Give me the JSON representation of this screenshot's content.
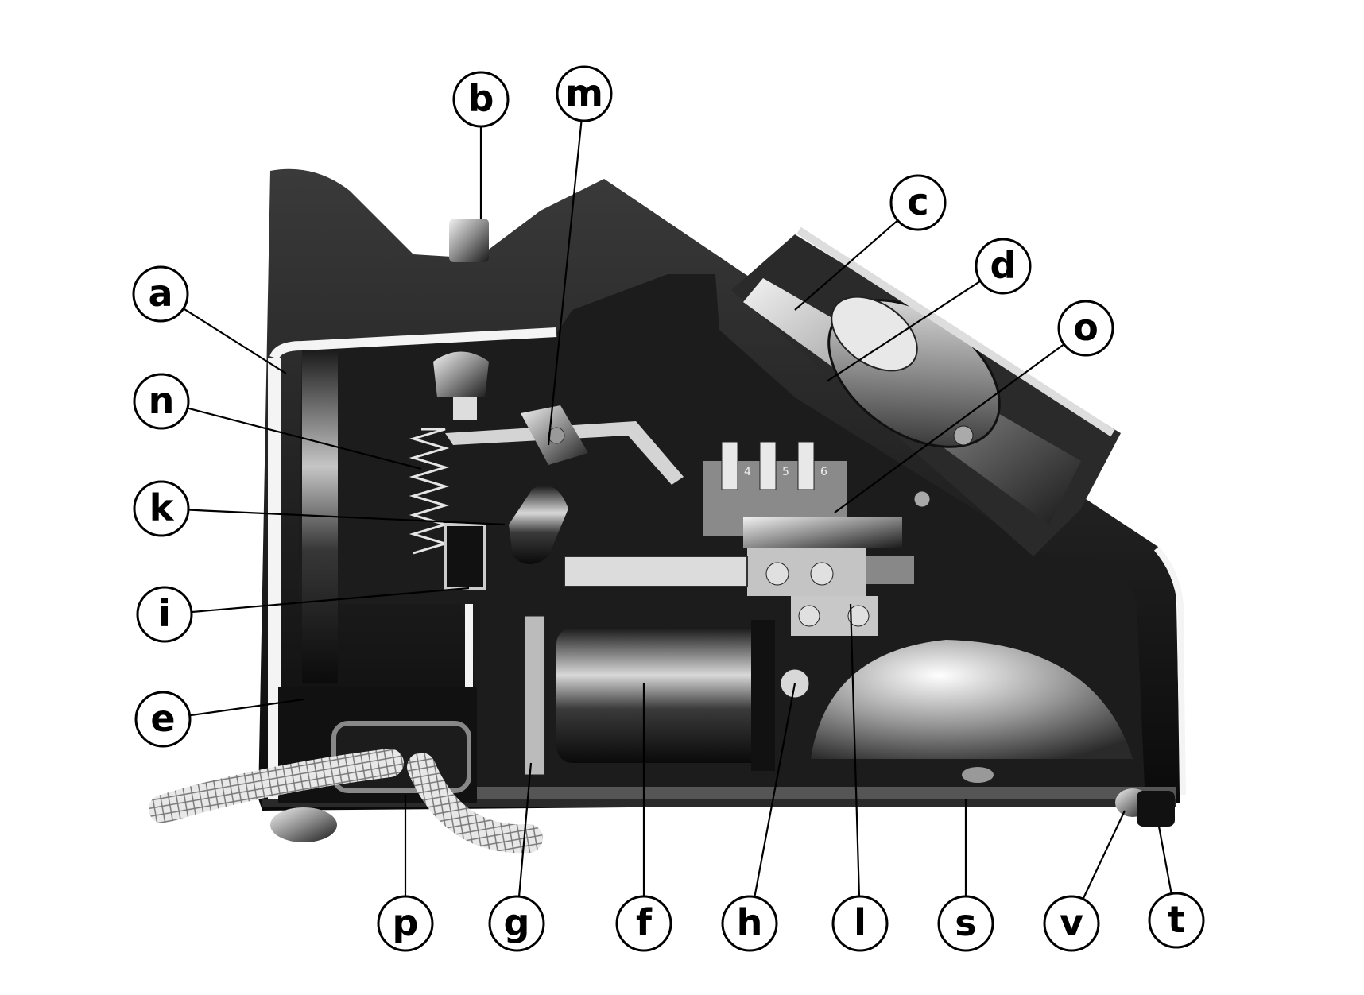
{
  "diagram": {
    "callouts": [
      {
        "id": "a",
        "label": "a"
      },
      {
        "id": "b",
        "label": "b"
      },
      {
        "id": "c",
        "label": "c"
      },
      {
        "id": "d",
        "label": "d"
      },
      {
        "id": "e",
        "label": "e"
      },
      {
        "id": "f",
        "label": "f"
      },
      {
        "id": "g",
        "label": "g"
      },
      {
        "id": "h",
        "label": "h"
      },
      {
        "id": "i",
        "label": "i"
      },
      {
        "id": "k",
        "label": "k"
      },
      {
        "id": "l",
        "label": "l"
      },
      {
        "id": "m",
        "label": "m"
      },
      {
        "id": "n",
        "label": "n"
      },
      {
        "id": "o",
        "label": "o"
      },
      {
        "id": "p",
        "label": "p"
      },
      {
        "id": "s",
        "label": "s"
      },
      {
        "id": "t",
        "label": "t"
      },
      {
        "id": "v",
        "label": "v"
      }
    ],
    "terminal_labels": [
      "4",
      "5",
      "6"
    ]
  }
}
